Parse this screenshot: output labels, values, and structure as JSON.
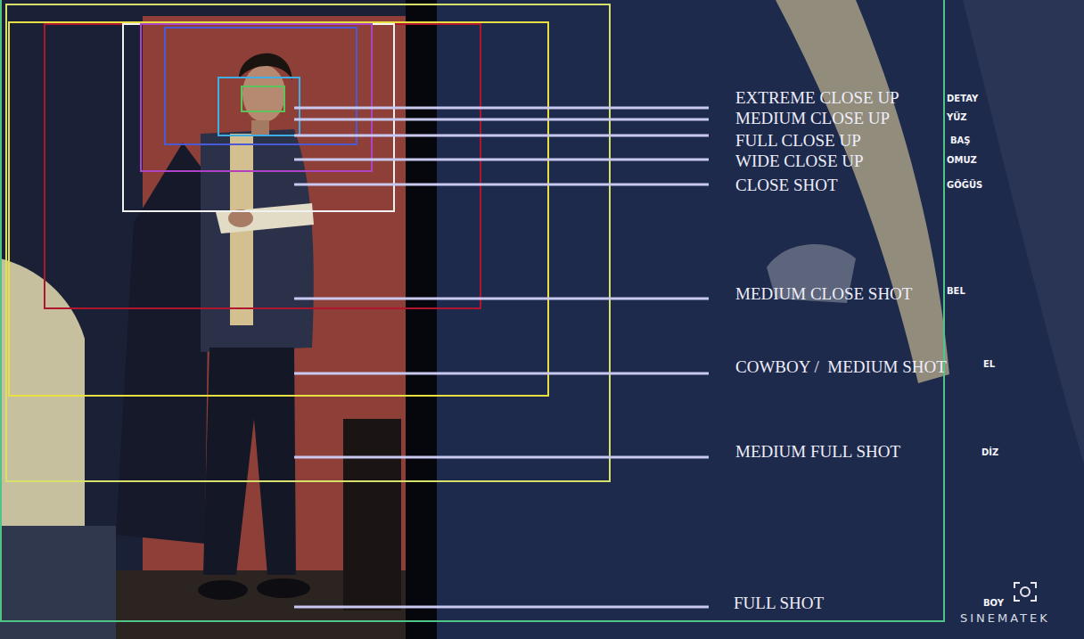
{
  "diagram": {
    "labels": [
      "EXTREME CLOSE UP",
      "DETAY",
      "MEDIUM CLOSE UP",
      "YÜZ",
      "FULL CLOSE UP",
      "BAŞ",
      "WIDE CLOSE UP",
      "OMUZ",
      "CLOSE SHOT",
      "GÖĞÜS",
      "MEDIUM CLOSE SHOT",
      "BEL",
      "COWBOY /  MEDIUM SHOT",
      "EL",
      "MEDIUM FULL SHOT",
      "DİZ",
      "FULL SHOT",
      "BOY",
      "SINEMATEK"
    ]
  }
}
